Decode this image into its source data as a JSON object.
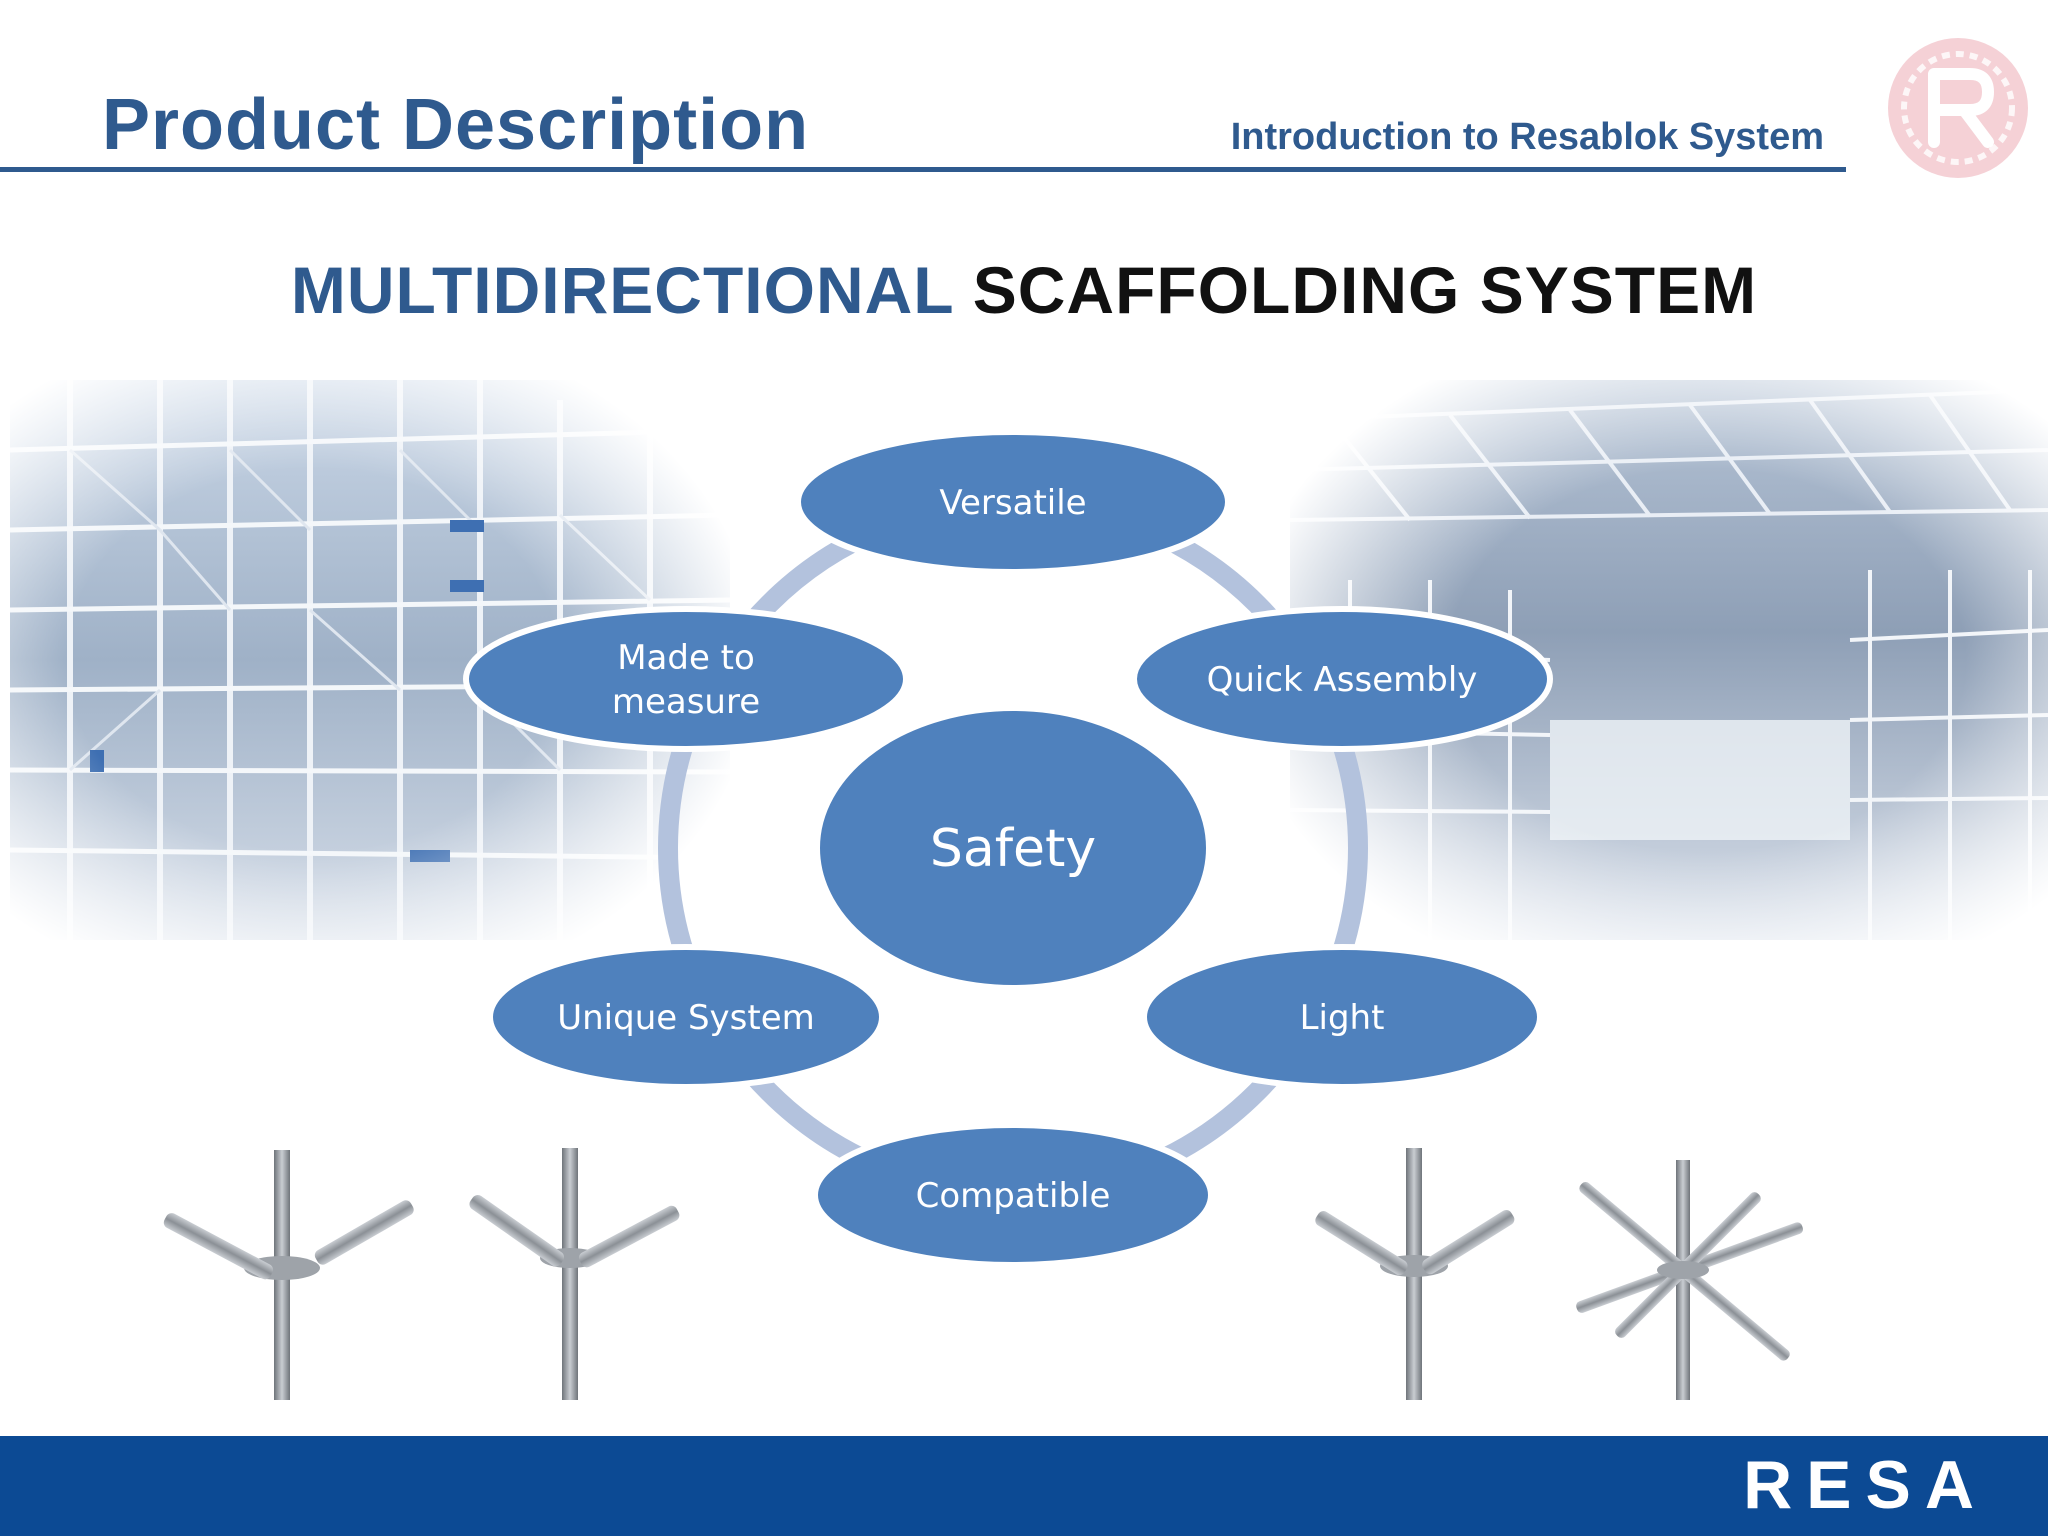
{
  "header": {
    "title": "Product Description",
    "subtitle": "Introduction to Resablok System"
  },
  "heading": {
    "blue_part": "MULTIDIRECTIONAL",
    "black_part": "SCAFFOLDING SYSTEM"
  },
  "diagram": {
    "center": {
      "label": "Safety"
    },
    "nodes": [
      {
        "id": "versatile",
        "lines": [
          "Versatile"
        ]
      },
      {
        "id": "quick-assembly",
        "lines": [
          "Quick Assembly"
        ]
      },
      {
        "id": "light",
        "lines": [
          "Light"
        ]
      },
      {
        "id": "compatible",
        "lines": [
          "Compatible"
        ]
      },
      {
        "id": "unique-system",
        "lines": [
          "Unique System"
        ]
      },
      {
        "id": "made-to-measure",
        "lines": [
          "Made to",
          "measure"
        ]
      }
    ]
  },
  "footer": {
    "brand": "RESA"
  },
  "colors": {
    "brand_blue": "#2f5a8e",
    "node_fill": "#4f81bd",
    "ring": "#b3c2dd",
    "footer": "#0c4a94"
  }
}
